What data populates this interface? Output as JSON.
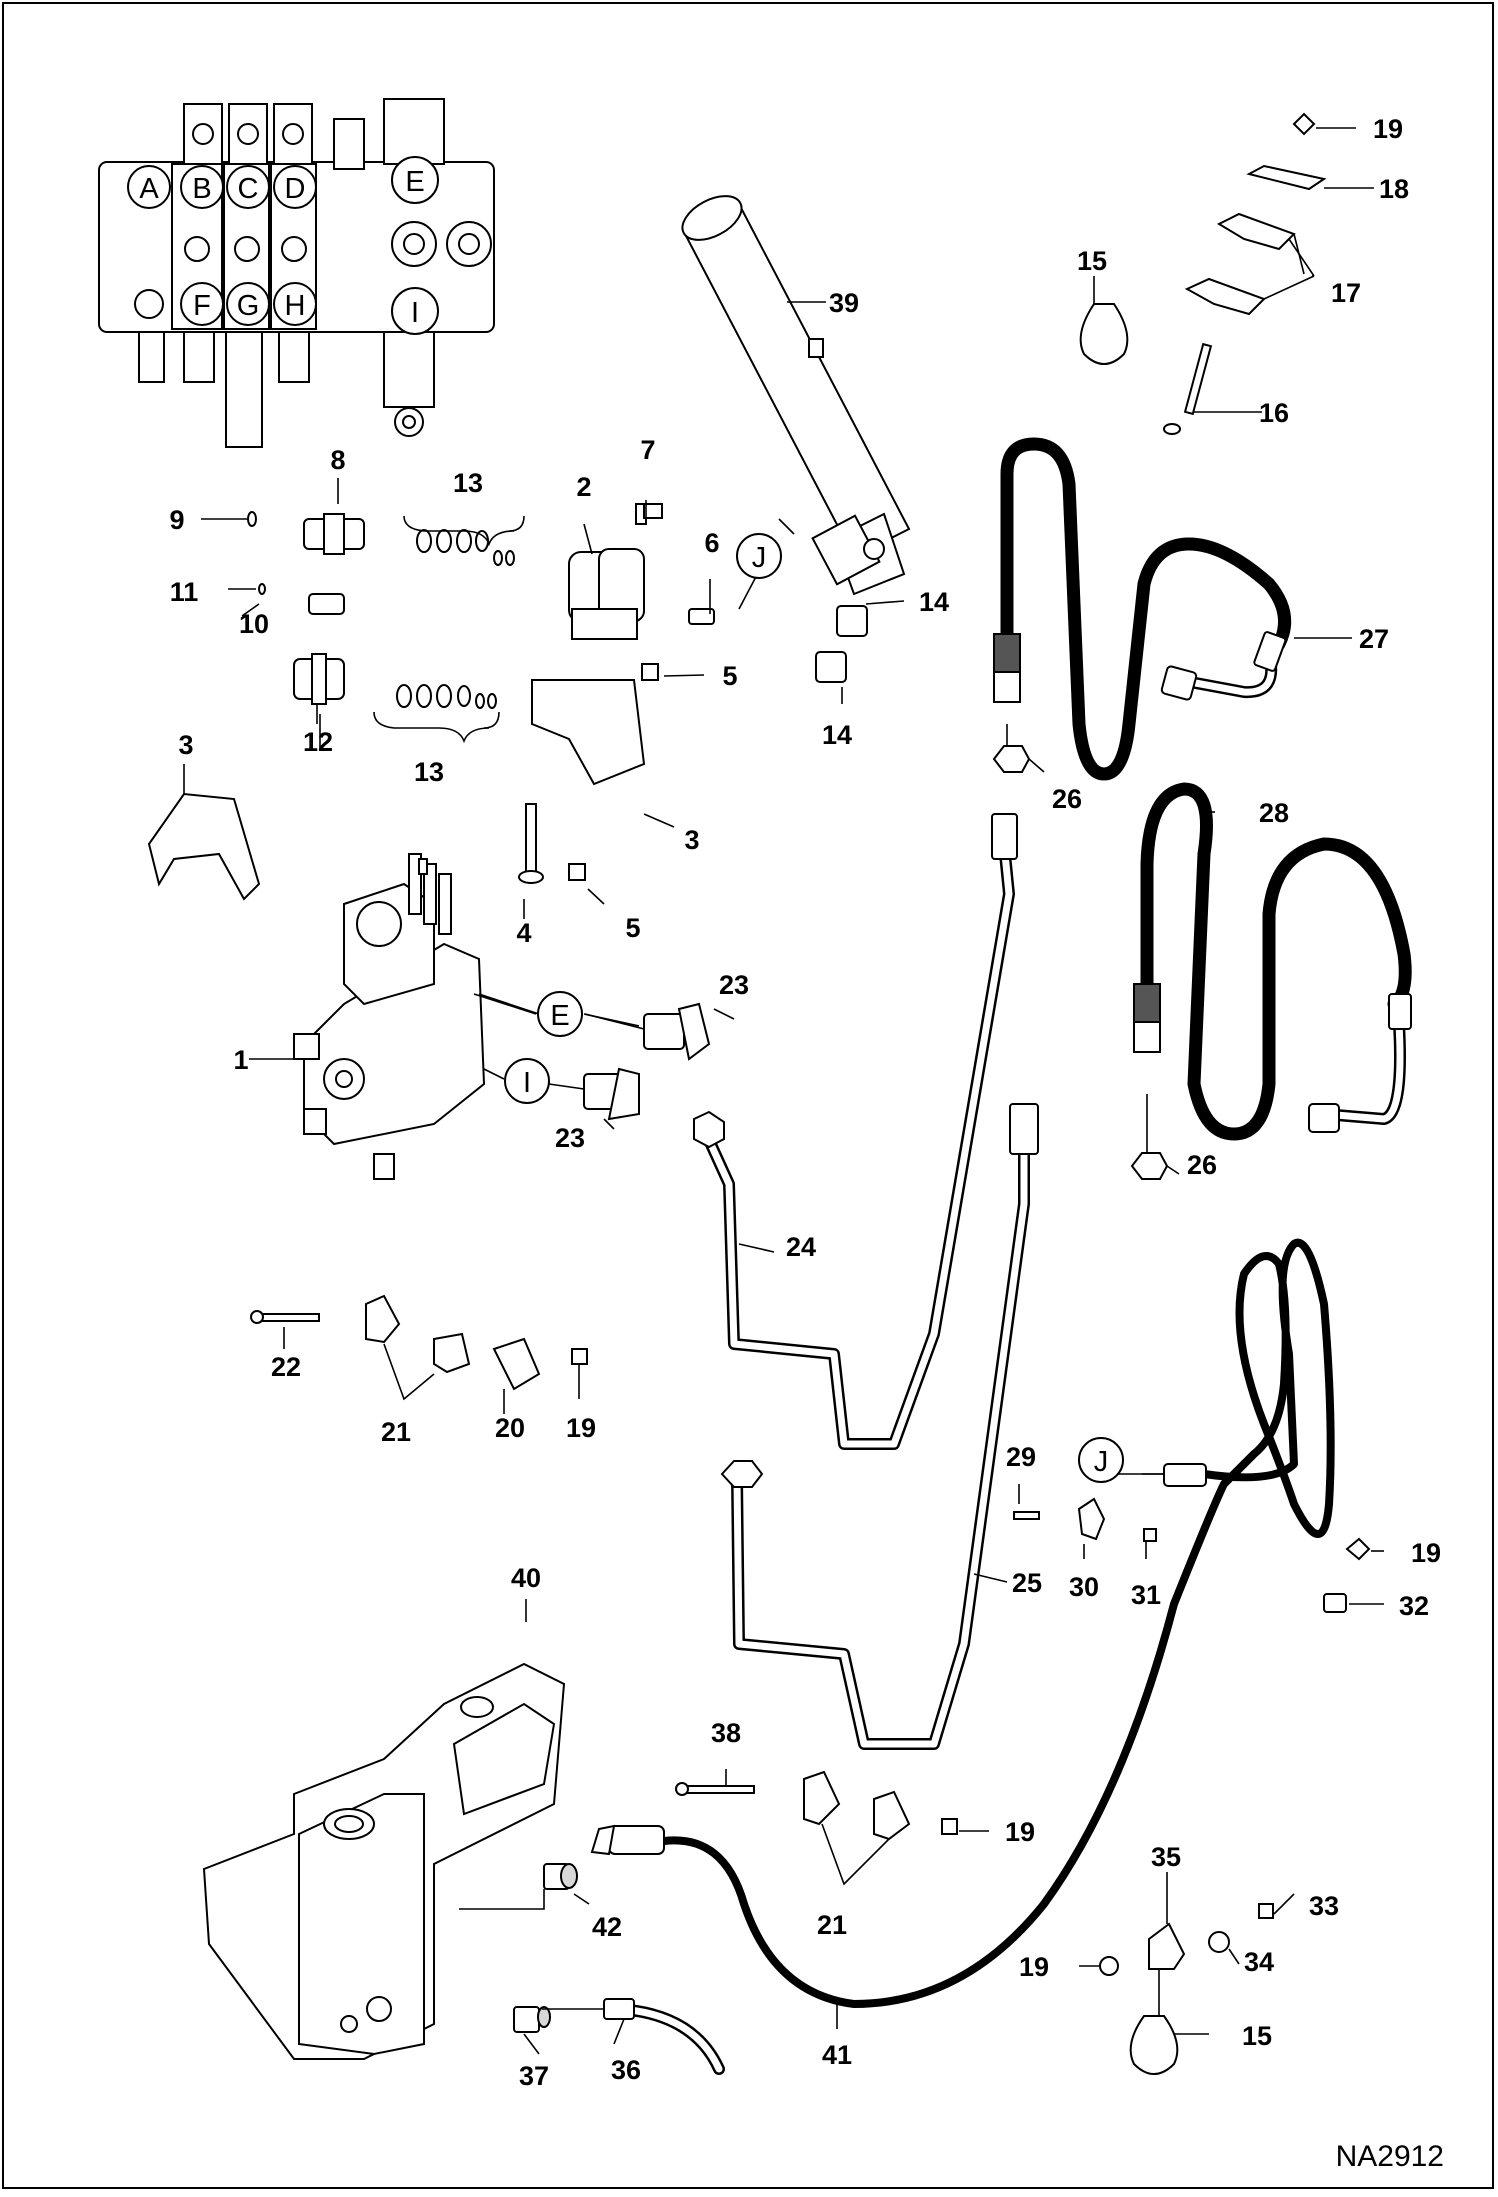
{
  "drawing_code": "NA2912",
  "callouts": {
    "c1": "1",
    "c2": "2",
    "c3a": "3",
    "c3b": "3",
    "c4": "4",
    "c5a": "5",
    "c5b": "5",
    "c6": "6",
    "c7": "7",
    "c8": "8",
    "c9": "9",
    "c10": "10",
    "c11": "11",
    "c12": "12",
    "c13a": "13",
    "c13b": "13",
    "c14a": "14",
    "c14b": "14",
    "c15a": "15",
    "c15b": "15",
    "c16": "16",
    "c17": "17",
    "c18": "18",
    "c19a": "19",
    "c19b": "19",
    "c19c": "19",
    "c19d": "19",
    "c19e": "19",
    "c20": "20",
    "c21a": "21",
    "c21b": "21",
    "c22": "22",
    "c23a": "23",
    "c23b": "23",
    "c24": "24",
    "c25": "25",
    "c26a": "26",
    "c26b": "26",
    "c27": "27",
    "c28": "28",
    "c29": "29",
    "c30": "30",
    "c31": "31",
    "c32": "32",
    "c33": "33",
    "c34": "34",
    "c35": "35",
    "c36": "36",
    "c37": "37",
    "c38": "38",
    "c39": "39",
    "c40": "40",
    "c41": "41",
    "c42": "42"
  },
  "port_letters": {
    "a": "A",
    "b": "B",
    "c": "C",
    "d": "D",
    "e": "E",
    "f": "F",
    "g": "G",
    "h": "H",
    "i": "I"
  },
  "ref_circles": {
    "e": "E",
    "i": "I",
    "j1": "J",
    "j2": "J"
  }
}
